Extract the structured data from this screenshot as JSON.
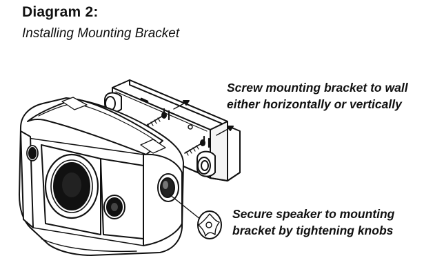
{
  "header": {
    "title": "Diagram 2:",
    "subtitle": "Installing Mounting Bracket"
  },
  "callouts": {
    "wall_line1": "Screw mounting bracket to wall",
    "wall_line2": "either horizontally or vertically",
    "knob_line1": "Secure speaker to mounting",
    "knob_line2": "bracket by tightening knobs"
  },
  "colors": {
    "ink": "#111111",
    "paper": "#ffffff"
  }
}
